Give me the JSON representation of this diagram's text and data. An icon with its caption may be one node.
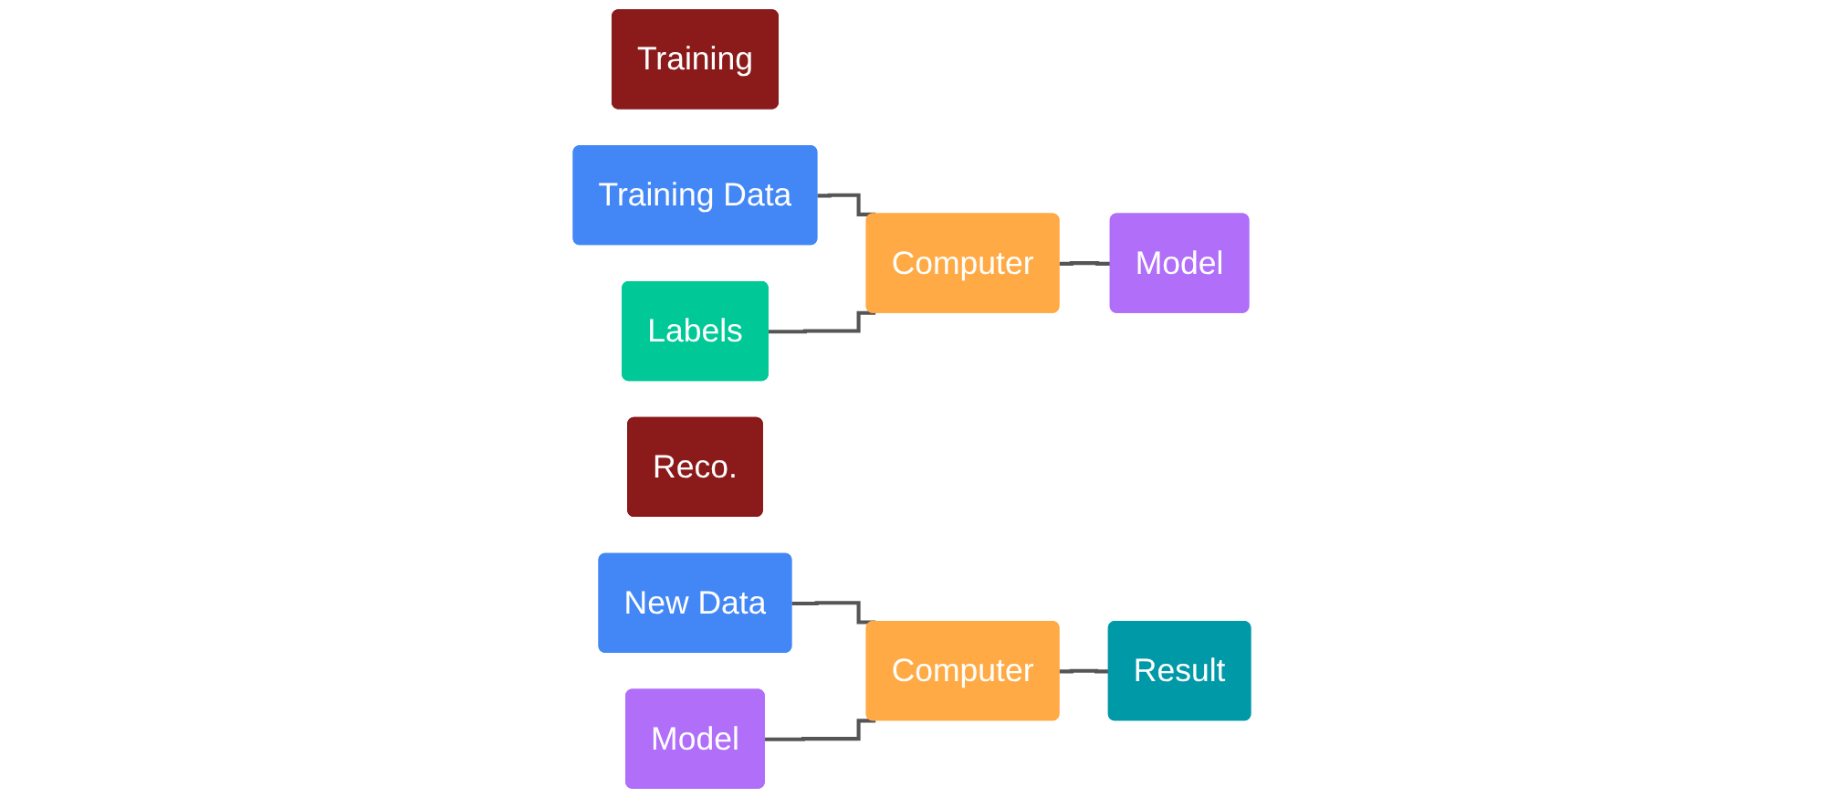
{
  "diagram": {
    "nodes": [
      {
        "text": [
          "Training"
        ]
      },
      {
        "text": [
          "Training Data"
        ]
      },
      {
        "text": [
          "Labels"
        ]
      },
      {
        "text": [
          "Computer"
        ]
      },
      {
        "text": [
          "Model"
        ]
      },
      {
        "text": [
          "Reco."
        ]
      },
      {
        "text": [
          "New Data"
        ]
      },
      {
        "text": [
          "Model"
        ]
      },
      {
        "text": [
          "Computer"
        ]
      },
      {
        "text": [
          "Result"
        ]
      }
    ],
    "edges": [
      {
        "from": 1,
        "to": 3,
        "arrow": "none"
      },
      {
        "from": 2,
        "to": 3,
        "arrow": "none"
      },
      {
        "from": 3,
        "to": 4,
        "arrow": "none"
      },
      {
        "from": 6,
        "to": 8,
        "arrow": "none"
      },
      {
        "from": 7,
        "to": 8,
        "arrow": "none"
      },
      {
        "from": 8,
        "to": 9,
        "arrow": "none"
      }
    ]
  }
}
